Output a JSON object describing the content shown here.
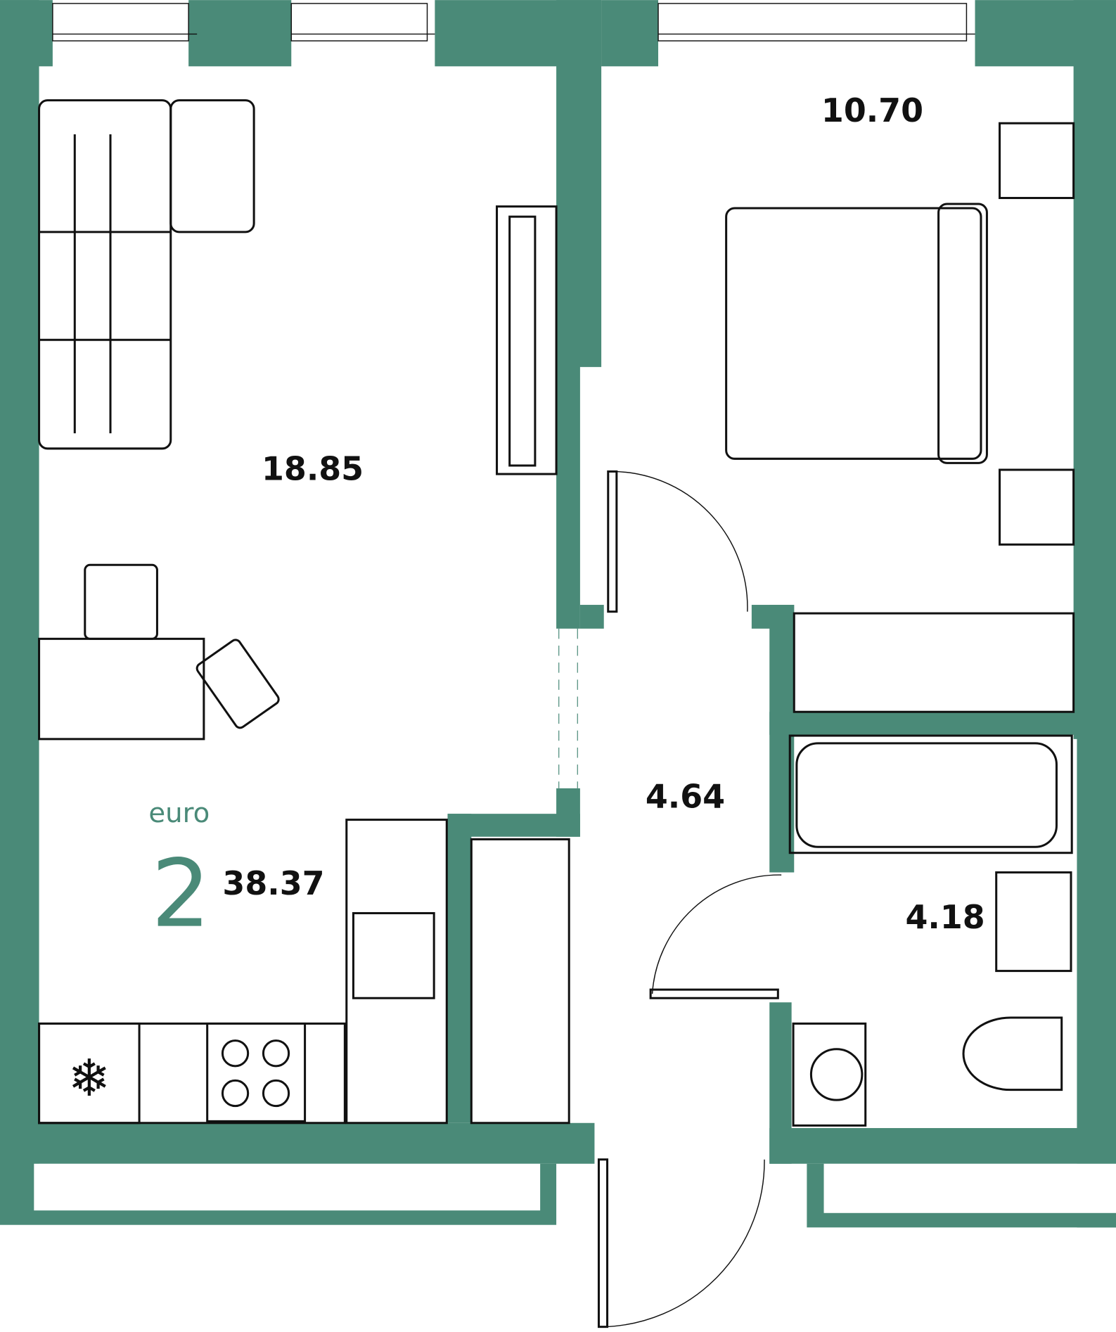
{
  "plan": {
    "type_label": "euro",
    "rooms_count": "2",
    "total_area": "38.37",
    "rooms": [
      {
        "name": "living-kitchen",
        "area": "18.85"
      },
      {
        "name": "bedroom",
        "area": "10.70"
      },
      {
        "name": "hallway",
        "area": "4.64"
      },
      {
        "name": "bathroom",
        "area": "4.18"
      }
    ]
  },
  "colors": {
    "wall": "#4a8a78",
    "line": "#111111"
  }
}
